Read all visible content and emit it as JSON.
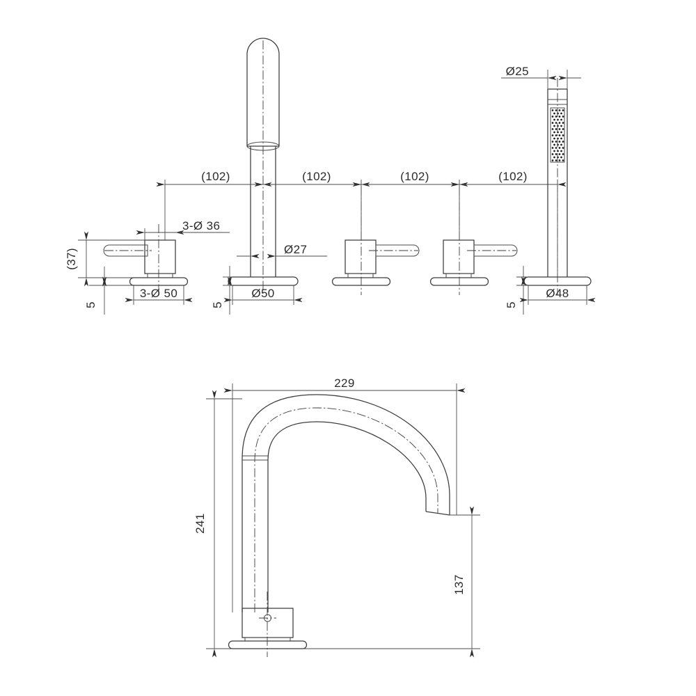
{
  "document": {
    "type": "technical-drawing",
    "subject": "4-hole deck mounted bath mixer with hand shower",
    "background_color": "#ffffff",
    "line_color": "#3b3b3b",
    "dimension_color": "#4a4a4a"
  },
  "views": {
    "front": {
      "name": "front-elevation",
      "components": [
        {
          "name": "left-handle",
          "label": "handle-lever-left",
          "lever_direction": "left"
        },
        {
          "name": "spout",
          "label": "spout-column",
          "lever_direction": "none"
        },
        {
          "name": "middle-handle-1",
          "label": "handle-lever-mid-1",
          "lever_direction": "right"
        },
        {
          "name": "middle-handle-2",
          "label": "handle-lever-mid-2",
          "lever_direction": "right"
        },
        {
          "name": "hand-shower",
          "label": "hand-shower-wand",
          "lever_direction": "none"
        }
      ]
    },
    "side": {
      "name": "side-elevation",
      "components": [
        {
          "name": "spout-arc",
          "label": "curved-spout-profile"
        }
      ]
    }
  },
  "dimensions": {
    "spacing": [
      {
        "id": "spacing-1",
        "text": "(102)"
      },
      {
        "id": "spacing-2",
        "text": "(102)"
      },
      {
        "id": "spacing-3",
        "text": "(102)"
      },
      {
        "id": "spacing-4",
        "text": "(102)"
      }
    ],
    "hole_pattern_top": "3-Ø 36",
    "hole_pattern_base": "3-Ø 50",
    "handle_height": "(37)",
    "handle_flange_thickness": "5",
    "spout_flange_thickness": "5",
    "shower_flange_thickness": "5",
    "spout_tube_diameter": "Ø27",
    "spout_base_diameter": "Ø50",
    "shower_wand_diameter": "Ø25",
    "shower_base_diameter": "Ø48",
    "spout_reach": "229",
    "spout_total_height": "241",
    "spout_outlet_height": "137"
  }
}
